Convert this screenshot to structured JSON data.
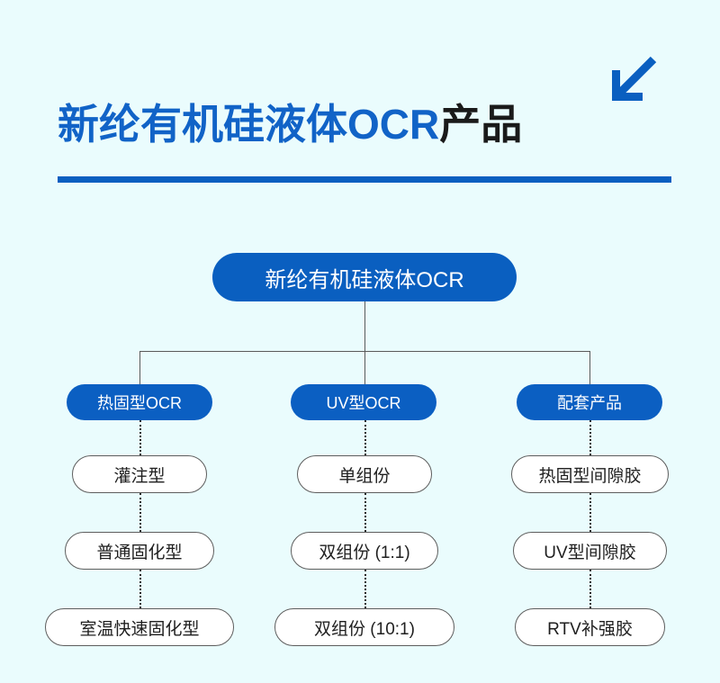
{
  "header": {
    "title_blue": "新纶有机硅液体OCR",
    "title_dark": "产品",
    "arrow_icon": "arrow-down-left-icon",
    "accent_color": "#0a5fc0",
    "title_blue_color": "#1163c7",
    "title_dark_color": "#1a1a1a"
  },
  "page": {
    "background_color": "#eafcfd"
  },
  "chart_data": {
    "type": "diagram",
    "diagram_type": "org-tree",
    "title": "新纶有机硅液体OCR产品",
    "root": "新纶有机硅液体OCR",
    "branches": [
      {
        "label": "热固型OCR",
        "children": [
          "灌注型",
          "普通固化型",
          "室温快速固化型"
        ]
      },
      {
        "label": "UV型OCR",
        "children": [
          "单组份",
          "双组份 (1:1)",
          "双组份 (10:1)"
        ]
      },
      {
        "label": "配套产品",
        "children": [
          "热固型间隙胶",
          "UV型间隙胶",
          "RTV补强胶"
        ]
      }
    ],
    "node_colors": {
      "root_fill": "#0a5fc0",
      "root_text": "#ffffff",
      "branch_fill": "#0b5fc2",
      "branch_text": "#ffffff",
      "leaf_fill": "#ffffff",
      "leaf_border": "#5d5d5d",
      "leaf_text": "#1f1f1f"
    },
    "connectors": {
      "root_to_branch": "solid",
      "branch_to_leaf": "dotted",
      "leaf_to_leaf": "dotted"
    }
  }
}
